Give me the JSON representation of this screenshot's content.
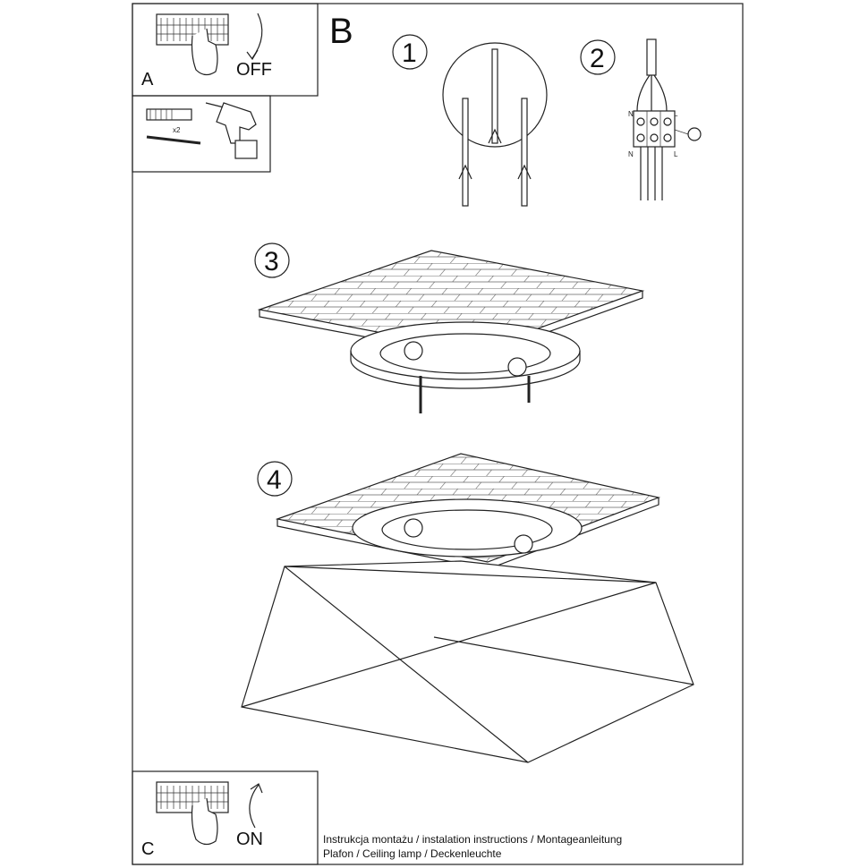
{
  "panels": {
    "a": {
      "label": "A",
      "action": "OFF"
    },
    "tools": {
      "quantity": "x2"
    },
    "b": {
      "label": "B"
    },
    "c": {
      "label": "C",
      "action": "ON"
    }
  },
  "steps": [
    "1",
    "2",
    "3",
    "4"
  ],
  "wiring": {
    "left_top": "N",
    "right_top": "L",
    "left_bottom": "N",
    "right_bottom": "L"
  },
  "footer": {
    "line1": "Instrukcja montażu / instalation instructions / Montageanleitung",
    "line2": "Plafon / Ceiling lamp / Deckenleuchte"
  }
}
